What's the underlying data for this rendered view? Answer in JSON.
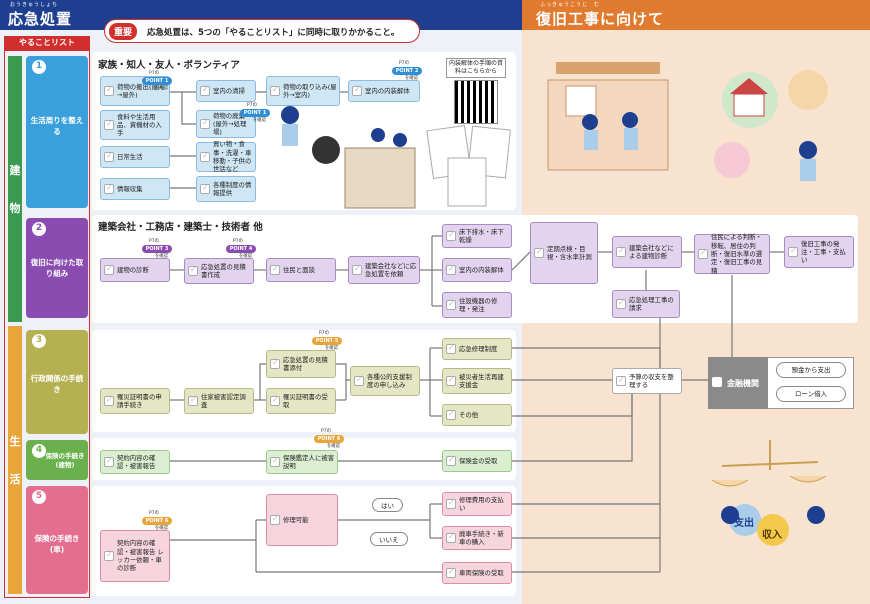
{
  "header": {
    "left_title": "応急処置",
    "left_ruby": "おうきゅうしょち",
    "right_title": "復旧工事に向けて",
    "right_ruby": "ふっきゅうこうじ　む"
  },
  "notice": {
    "badge": "重要",
    "text": "応急処置は、5つの「やることリスト」に同時に取りかかること。"
  },
  "todo_tab": "やることリスト",
  "categories": {
    "building": [
      "建",
      "物"
    ],
    "life": [
      "生",
      "活"
    ]
  },
  "sections": [
    {
      "num": "1",
      "title": "生活周りを整える",
      "heading": "家族・知人・友人・ボランティア"
    },
    {
      "num": "2",
      "title": "復旧に向けた取り組み",
      "heading": "建築会社・工務店・建築士・技術者 他"
    },
    {
      "num": "3",
      "title": "行政関係の手続き"
    },
    {
      "num": "4",
      "title": "保険の手続き(建物)"
    },
    {
      "num": "5",
      "title": "保険の手続き(車)"
    }
  ],
  "s1": {
    "a": "荷物の搬出(屋内→屋外)",
    "b": "室内の清掃",
    "c": "荷物の取り込み(屋外→室内)",
    "d": "室内の内装解体",
    "e": "食料や生活用品、資機材の入手",
    "f": "荷物の廃棄(屋外→処理場)",
    "g": "日常生活",
    "h": "買い物・食事・洗濯・車移動・子供の世話など",
    "i": "情報収集",
    "j": "各種制度の情報提供"
  },
  "qr_label": "内装解体の手順の資料はこちらから",
  "s2": {
    "a": "建物の診断",
    "b": "応急処置の見積書作成",
    "c": "住民と面談",
    "d": "建築会社などに応急処置を依頼",
    "e": "床下排水・床下乾燥",
    "f": "室内の内装解体",
    "g": "住設機器の修理・発注",
    "h": "定期点検・目視・含水率計測",
    "i": "建築会社などによる建物診断",
    "j": "住民による判断・移転、居住の判断・復旧水準の選定・復旧工事の見積",
    "k": "復旧工事の発注・工事・支払い",
    "l": "応急処理工事の請求"
  },
  "s3": {
    "a": "罹災証明書の申請手続き",
    "b": "住家被害認定調査",
    "c": "応急処置の見積書添付",
    "d": "罹災証明書の受取",
    "e": "各種公的支援制度の申し込み",
    "f": "応急修理制度",
    "g": "被災者生活再建支援金",
    "h": "その他",
    "i": "予算の収支を整理する"
  },
  "s4": {
    "a": "契約内容の確認・被害報告",
    "b": "保険鑑定人に被害説明",
    "c": "保険金の受取"
  },
  "s5": {
    "a": "契約内容の確認・被害報告 レッカー依頼・車の診断",
    "b": "修理可能",
    "yes": "はい",
    "no": "いいえ",
    "c": "修理費用の支払い",
    "d": "廃車手続き・新車の購入",
    "e": "車両保険の受取"
  },
  "finance": {
    "label": "金融機関",
    "opt1": "預金から支出",
    "opt2": "ローン借入"
  },
  "illustration": {
    "income": "収入",
    "expense": "支出"
  },
  "points": [
    {
      "p7": "P7の",
      "label": "POINT 1",
      "see": "を確認",
      "color": "#2e8ed6"
    },
    {
      "p7": "P7の",
      "label": "POINT 2",
      "see": "を確認",
      "color": "#2e8ed6"
    },
    {
      "p7": "P7の",
      "label": "POINT 3",
      "see": "を確認",
      "color": "#8a4cb0"
    },
    {
      "p7": "P7の",
      "label": "POINT 4",
      "see": "を確認",
      "color": "#8a4cb0"
    },
    {
      "p7": "P7の",
      "label": "POINT 5",
      "see": "を確認",
      "color": "#e9a43a"
    },
    {
      "p7": "P7の",
      "label": "POINT 6",
      "see": "を確認",
      "color": "#e9a43a"
    }
  ],
  "colors": {
    "navy": "#1e3f8f",
    "orange": "#e07a2f",
    "red": "#d12e2e",
    "green": "#3a9a50",
    "amber": "#e9a43a"
  }
}
